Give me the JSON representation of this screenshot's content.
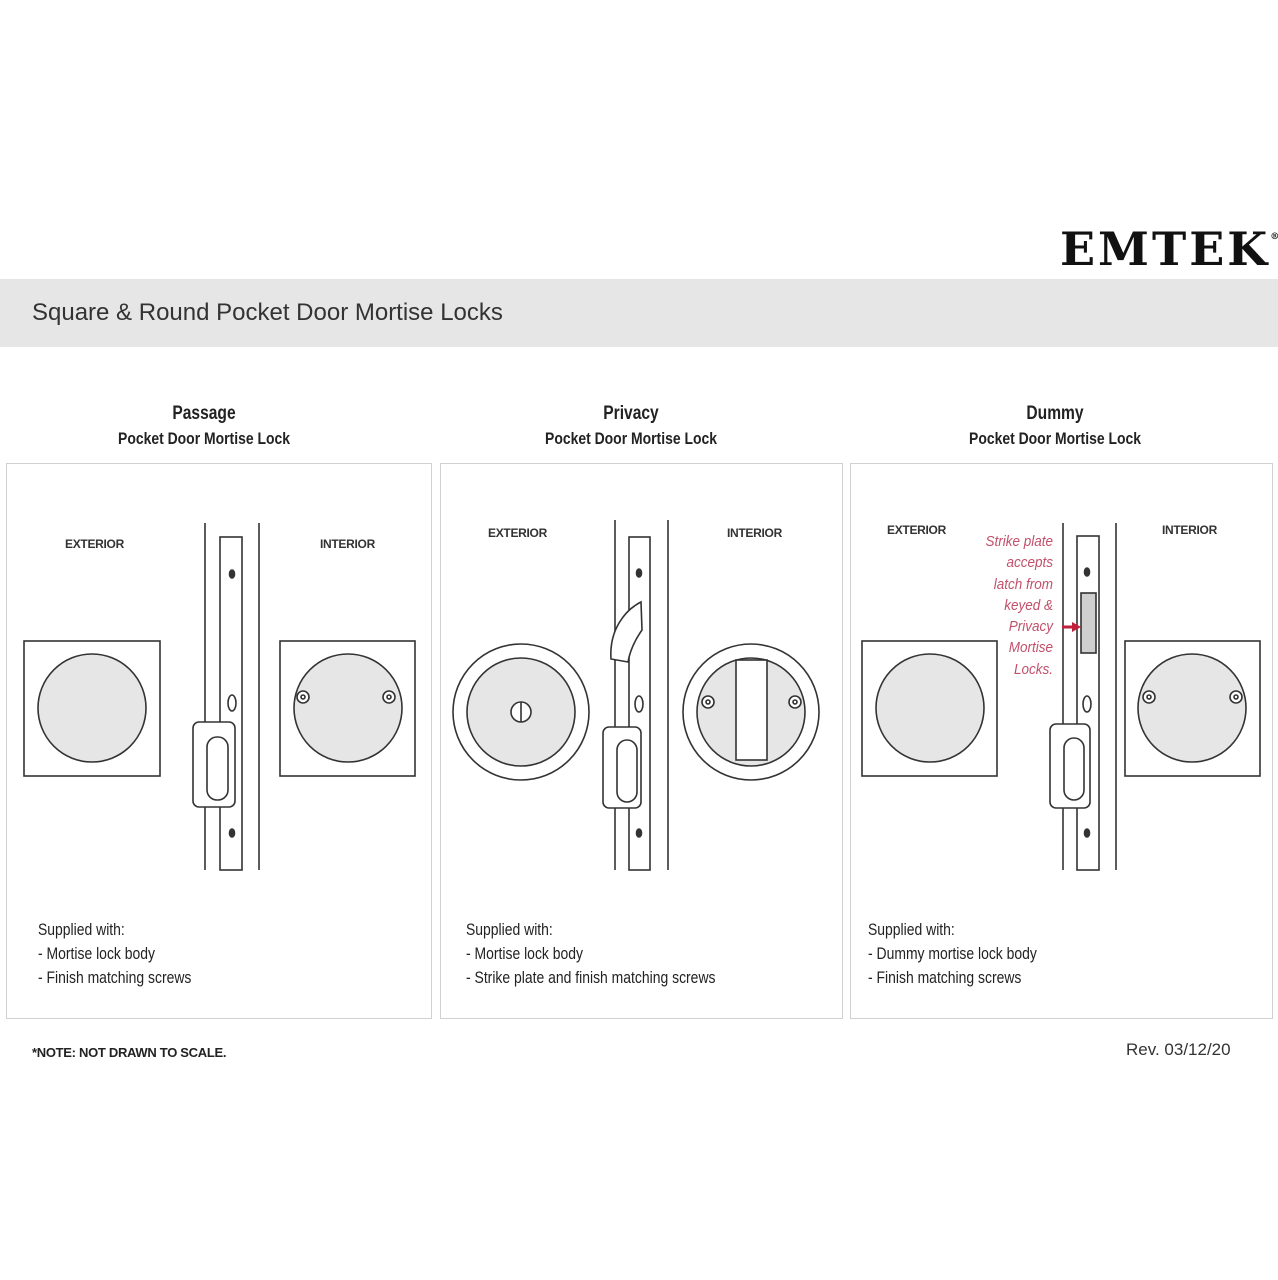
{
  "brand": {
    "logo": "EMTEK",
    "registered": "®"
  },
  "header": {
    "title": "Square & Round Pocket Door Mortise Locks"
  },
  "panels": [
    {
      "title": "Passage",
      "subtitle": "Pocket Door Mortise Lock",
      "exterior_label": "EXTERIOR",
      "interior_label": "INTERIOR",
      "supplied_heading": "Supplied with:",
      "supplied_items": [
        "- Mortise lock body",
        "- Finish matching screws"
      ]
    },
    {
      "title": "Privacy",
      "subtitle": "Pocket Door Mortise Lock",
      "exterior_label": "EXTERIOR",
      "interior_label": "INTERIOR",
      "supplied_heading": "Supplied with:",
      "supplied_items": [
        "- Mortise lock body",
        "- Strike plate and finish matching screws"
      ]
    },
    {
      "title": "Dummy",
      "subtitle": "Pocket Door Mortise Lock",
      "exterior_label": "EXTERIOR",
      "interior_label": "INTERIOR",
      "supplied_heading": "Supplied with:",
      "supplied_items": [
        "- Dummy mortise lock body",
        "- Finish matching screws"
      ],
      "callout": [
        "Strike plate",
        "accepts",
        "latch from",
        "keyed &",
        "Privacy",
        "Mortise",
        "Locks."
      ]
    }
  ],
  "footer": {
    "note": "*NOTE: NOT DRAWN TO SCALE.",
    "revision": "Rev. 03/12/20"
  },
  "colors": {
    "band": "#e6e6e6",
    "fill": "#e6e6e6",
    "callout": "#c2506a"
  }
}
